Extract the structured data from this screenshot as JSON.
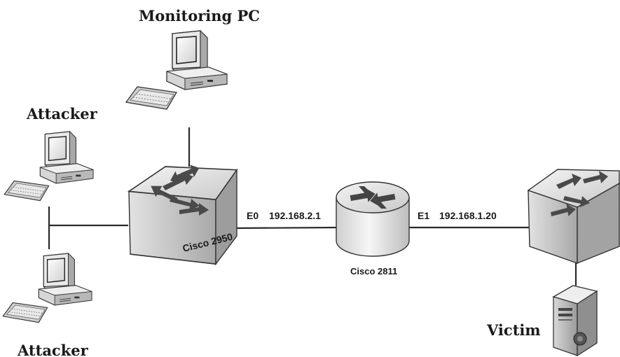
{
  "labels": {
    "monitoring_pc": "Monitoring PC",
    "attacker_top": "Attacker",
    "attacker_bottom": "Attacker",
    "victim": "Victim",
    "switch_model": "Cisco 2950",
    "router_model": "Cisco 2811",
    "e0_interface": "E0",
    "e0_ip": "192.168.2.1",
    "e1_interface": "E1",
    "e1_ip": "192.168.1.20"
  }
}
